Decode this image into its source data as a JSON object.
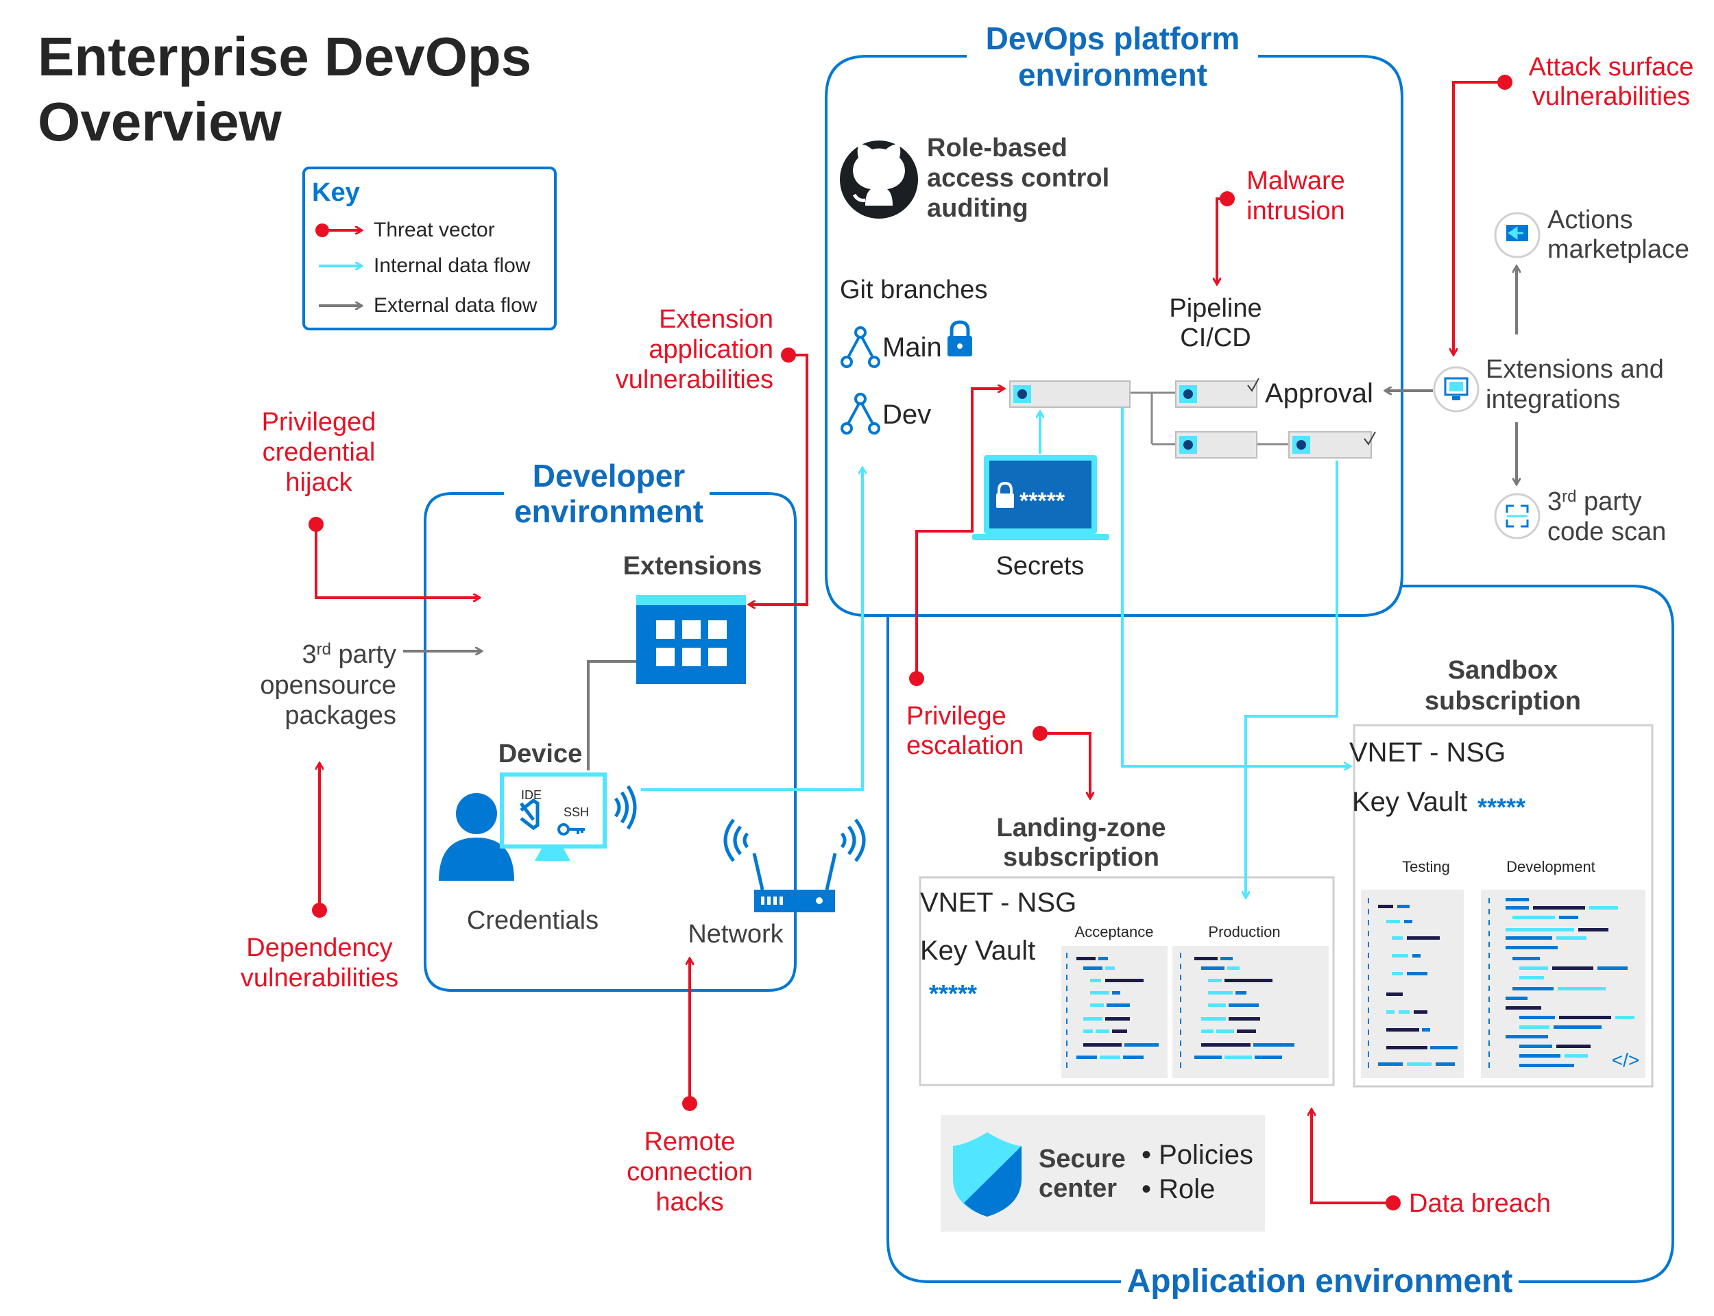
{
  "title": {
    "line1": "Enterprise DevOps",
    "line2": "Overview"
  },
  "key": {
    "heading": "Key",
    "items": [
      {
        "label": "Threat vector",
        "color": "#e81123"
      },
      {
        "label": "Internal data flow",
        "color": "#50e6ff"
      },
      {
        "label": "External data flow",
        "color": "#7a7a7a"
      }
    ]
  },
  "colors": {
    "threat": "#e81123",
    "internal": "#50e6ff",
    "external": "#7a7a7a",
    "azure_blue": "#0078d4",
    "heading_blue": "#0f6cbd"
  },
  "devops_platform": {
    "title_line1": "DevOps platform",
    "title_line2": "environment",
    "github_icon": "github-icon",
    "rbac_line1": "Role-based",
    "rbac_line2": "access control",
    "rbac_line3": "auditing",
    "git_branches": "Git branches",
    "branch_main": "Main",
    "branch_dev": "Dev",
    "pipeline_line1": "Pipeline",
    "pipeline_line2": "CI/CD",
    "approval": "Approval",
    "secrets": "Secrets",
    "secrets_mask": "*****"
  },
  "developer": {
    "title_line1": "Developer",
    "title_line2": "environment",
    "extensions": "Extensions",
    "device": "Device",
    "ide": "IDE",
    "ssh": "SSH",
    "credentials": "Credentials",
    "network": "Network"
  },
  "packages": {
    "line1_base": "3",
    "line1_sup": "rd",
    "line1_rest": " party",
    "line2": "opensource",
    "line3": "packages"
  },
  "marketplace": {
    "actions_line1": "Actions",
    "actions_line2": "marketplace",
    "ext_line1": "Extensions and",
    "ext_line2": "integrations",
    "scan_base": "3",
    "scan_sup": "rd",
    "scan_rest": " party",
    "scan_line2": "code scan"
  },
  "threats": {
    "attack_surface_line1": "Attack surface",
    "attack_surface_line2": "vulnerabilities",
    "malware_line1": "Malware",
    "malware_line2": "intrusion",
    "extension_line1": "Extension",
    "extension_line2": "application",
    "extension_line3": "vulnerabilities",
    "privileged_line1": "Privileged",
    "privileged_line2": "credential",
    "privileged_line3": "hijack",
    "dependency_line1": "Dependency",
    "dependency_line2": "vulnerabilities",
    "remote_line1": "Remote",
    "remote_line2": "connection",
    "remote_line3": "hacks",
    "privilege_esc_line1": "Privilege",
    "privilege_esc_line2": "escalation",
    "data_breach": "Data breach"
  },
  "application": {
    "title": "Application environment",
    "sandbox_line1": "Sandbox",
    "sandbox_line2": "subscription",
    "sandbox_vnet": "VNET - NSG",
    "sandbox_keyvault": "Key Vault",
    "sandbox_mask": "*****",
    "testing": "Testing",
    "development": "Development",
    "code_icon": "</>",
    "landing_line1": "Landing-zone",
    "landing_line2": "subscription",
    "landing_vnet": "VNET - NSG",
    "landing_keyvault": "Key Vault",
    "landing_mask": "*****",
    "acceptance": "Acceptance",
    "production": "Production",
    "secure_line1": "Secure",
    "secure_line2": "center",
    "policies": "• Policies",
    "role": "• Role"
  }
}
